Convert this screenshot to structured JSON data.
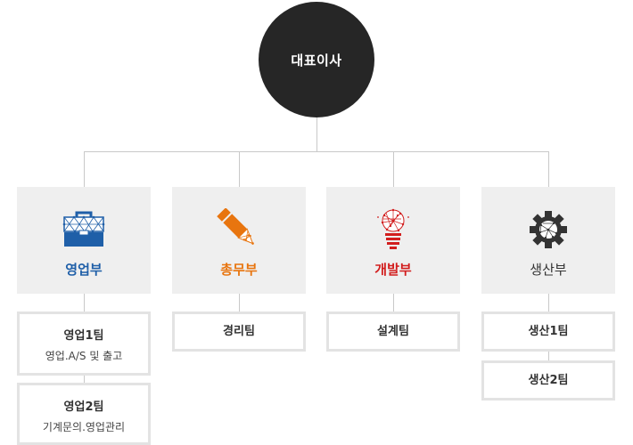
{
  "ceo": {
    "label": "대표이사"
  },
  "departments": [
    {
      "name": "영업부",
      "color": "#1f5fa8",
      "icon": "toolbox-icon",
      "teams": [
        {
          "name": "영업1팀",
          "desc": "영업.A/S 및 출고"
        },
        {
          "name": "영업2팀",
          "desc": "기계문의.영업관리"
        }
      ]
    },
    {
      "name": "총무부",
      "color": "#e8750f",
      "icon": "pencil-icon",
      "teams": [
        {
          "name": "경리팀"
        }
      ]
    },
    {
      "name": "개발부",
      "color": "#d21e1e",
      "icon": "lightbulb-icon",
      "teams": [
        {
          "name": "설계팀"
        }
      ]
    },
    {
      "name": "생산부",
      "color": "#333333",
      "icon": "gear-icon",
      "teams": [
        {
          "name": "생산1팀"
        },
        {
          "name": "생산2팀"
        }
      ]
    }
  ]
}
